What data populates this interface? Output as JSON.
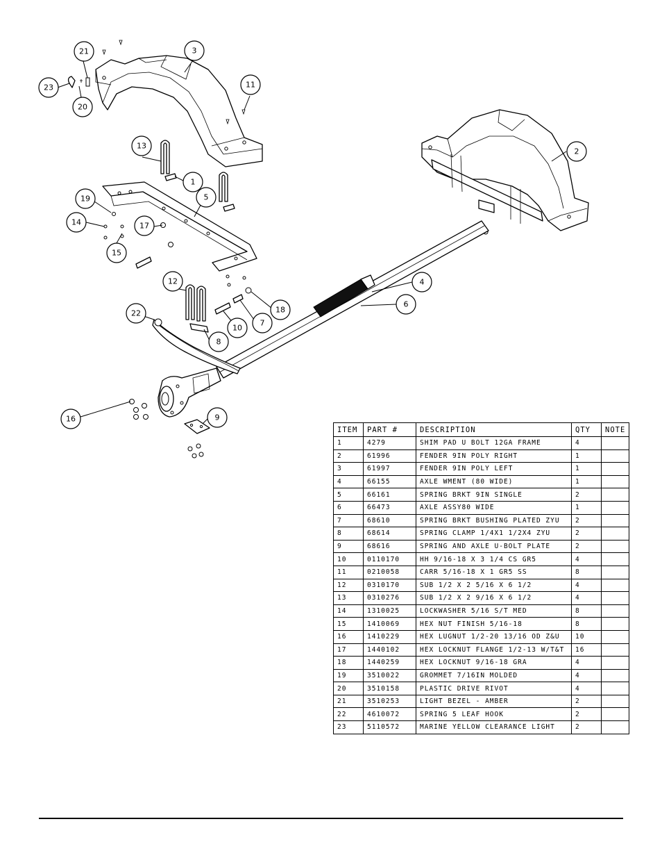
{
  "callouts": [
    "1",
    "2",
    "3",
    "4",
    "5",
    "6",
    "7",
    "8",
    "9",
    "10",
    "11",
    "12",
    "13",
    "14",
    "15",
    "16",
    "17",
    "18",
    "19",
    "20",
    "21",
    "22",
    "23"
  ],
  "table": {
    "headers": {
      "item": "ITEM",
      "part": "PART #",
      "description": "DESCRIPTION",
      "qty": "QTY",
      "note": "NOTE"
    },
    "rows": [
      {
        "item": "1",
        "part": "4279",
        "description": "SHIM PAD   U BOLT 12GA FRAME",
        "qty": "4",
        "note": ""
      },
      {
        "item": "2",
        "part": "61996",
        "description": "FENDER  9IN POLY RIGHT",
        "qty": "1",
        "note": ""
      },
      {
        "item": "3",
        "part": "61997",
        "description": "FENDER  9IN POLY LEFT",
        "qty": "1",
        "note": ""
      },
      {
        "item": "4",
        "part": "66155",
        "description": "AXLE WMENT (80 WIDE)",
        "qty": "1",
        "note": ""
      },
      {
        "item": "5",
        "part": "66161",
        "description": "SPRING BRKT   9IN SINGLE",
        "qty": "2",
        "note": ""
      },
      {
        "item": "6",
        "part": "66473",
        "description": "AXLE ASSY80 WIDE",
        "qty": "1",
        "note": ""
      },
      {
        "item": "7",
        "part": "68610",
        "description": "SPRING BRKT BUSHING PLATED ZYU",
        "qty": "2",
        "note": ""
      },
      {
        "item": "8",
        "part": "68614",
        "description": "SPRING CLAMP   1/4X1 1/2X4  ZYU",
        "qty": "2",
        "note": ""
      },
      {
        "item": "9",
        "part": "68616",
        "description": "SPRING AND AXLE U-BOLT PLATE",
        "qty": "2",
        "note": ""
      },
      {
        "item": "10",
        "part": "0110170",
        "description": "HH 9/16-18 X 3 1/4 CS GR5",
        "qty": "4",
        "note": ""
      },
      {
        "item": "11",
        "part": "0210058",
        "description": "CARR 5/16-18 X 1 GR5 SS",
        "qty": "8",
        "note": ""
      },
      {
        "item": "12",
        "part": "0310170",
        "description": "SUB 1/2 X 2 5/16 X 6 1/2",
        "qty": "4",
        "note": ""
      },
      {
        "item": "13",
        "part": "0310276",
        "description": "SUB 1/2 X 2 9/16 X 6 1/2",
        "qty": "4",
        "note": ""
      },
      {
        "item": "14",
        "part": "1310025",
        "description": "LOCKWASHER 5/16 S/T MED",
        "qty": "8",
        "note": ""
      },
      {
        "item": "15",
        "part": "1410069",
        "description": "HEX NUT FINISH 5/16-18",
        "qty": "8",
        "note": ""
      },
      {
        "item": "16",
        "part": "1410229",
        "description": "HEX LUGNUT 1/2-20 13/16 OD Z&U",
        "qty": "10",
        "note": ""
      },
      {
        "item": "17",
        "part": "1440102",
        "description": "HEX LOCKNUT FLANGE 1/2-13 W/T&T",
        "qty": "16",
        "note": ""
      },
      {
        "item": "18",
        "part": "1440259",
        "description": "HEX LOCKNUT 9/16-18 GRA",
        "qty": "4",
        "note": ""
      },
      {
        "item": "19",
        "part": "3510022",
        "description": "GROMMET  7/16IN MOLDED",
        "qty": "4",
        "note": ""
      },
      {
        "item": "20",
        "part": "3510158",
        "description": "PLASTIC DRIVE RIVOT",
        "qty": "4",
        "note": ""
      },
      {
        "item": "21",
        "part": "3510253",
        "description": "LIGHT BEZEL - AMBER",
        "qty": "2",
        "note": ""
      },
      {
        "item": "22",
        "part": "4610072",
        "description": "SPRING  5 LEAF HOOK",
        "qty": "2",
        "note": ""
      },
      {
        "item": "23",
        "part": "5110572",
        "description": "MARINE YELLOW CLEARANCE LIGHT",
        "qty": "2",
        "note": ""
      }
    ]
  }
}
